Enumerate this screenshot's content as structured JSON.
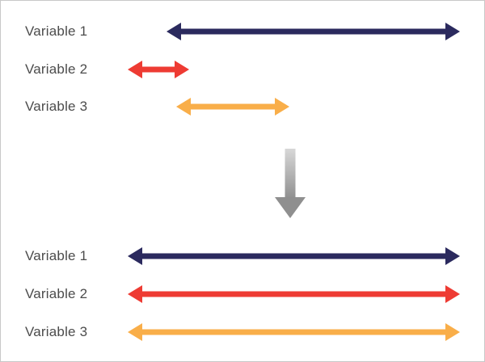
{
  "diagram": {
    "before": {
      "rows": [
        {
          "label": "Variable 1",
          "color": "#2b2a5e",
          "start": 205,
          "end": 568
        },
        {
          "label": "Variable 2",
          "color": "#ee3b33",
          "start": 157,
          "end": 233
        },
        {
          "label": "Variable 3",
          "color": "#f9ae49",
          "start": 217,
          "end": 357
        }
      ]
    },
    "transform": {
      "icon": "down-arrow",
      "color_top": "#d8d8d8",
      "color_bottom": "#8f8f8f"
    },
    "after": {
      "rows": [
        {
          "label": "Variable 1",
          "color": "#2b2a5e",
          "start": 157,
          "end": 568
        },
        {
          "label": "Variable 2",
          "color": "#ee3b33",
          "start": 157,
          "end": 568
        },
        {
          "label": "Variable 3",
          "color": "#f9ae49",
          "start": 157,
          "end": 568
        }
      ]
    }
  }
}
